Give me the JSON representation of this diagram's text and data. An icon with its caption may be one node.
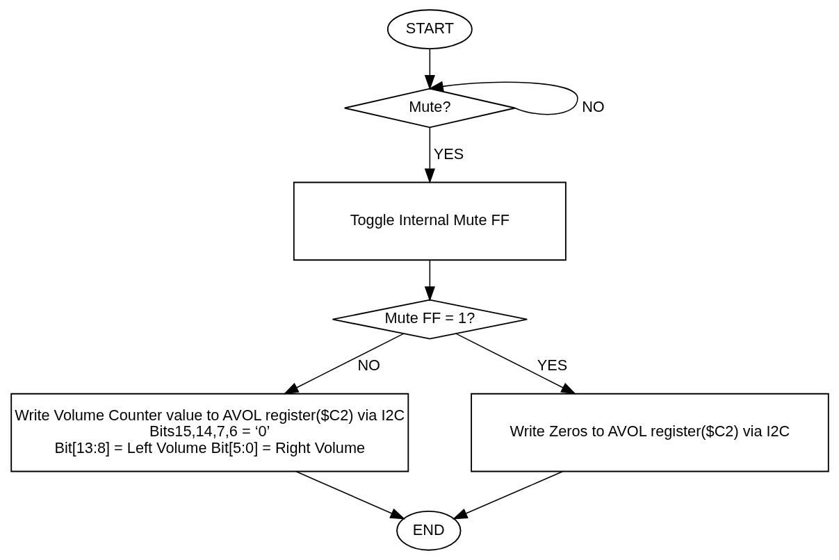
{
  "diagram": {
    "nodes": [
      {
        "text": [
          "START"
        ]
      },
      {
        "text": [
          "Mute?"
        ]
      },
      {
        "text": [
          "Toggle Internal Mute FF"
        ]
      },
      {
        "text": [
          "Mute FF = 1?"
        ]
      },
      {
        "text": [
          "Write Volume Counter value to AVOL register($C2) via I2C",
          "Bits15,14,7,6 = ‘0’",
          "Bit[13:8] = Left Volume Bit[5:0] = Right Volume"
        ]
      },
      {
        "text": [
          "Write Zeros to AVOL register($C2) via I2C"
        ]
      },
      {
        "text": [
          "END"
        ]
      }
    ],
    "edges": [
      {
        "from": 0,
        "to": 1,
        "arrow": "to"
      },
      {
        "from": 1,
        "to": 1,
        "arrow": "to",
        "label": "NO"
      },
      {
        "from": 1,
        "to": 2,
        "arrow": "to",
        "label": "YES"
      },
      {
        "from": 2,
        "to": 3,
        "arrow": "to"
      },
      {
        "from": 3,
        "to": 4,
        "arrow": "to",
        "label": "NO"
      },
      {
        "from": 3,
        "to": 5,
        "arrow": "to",
        "label": "YES"
      },
      {
        "from": 4,
        "to": 6,
        "arrow": "to"
      },
      {
        "from": 5,
        "to": 6,
        "arrow": "to"
      }
    ]
  }
}
